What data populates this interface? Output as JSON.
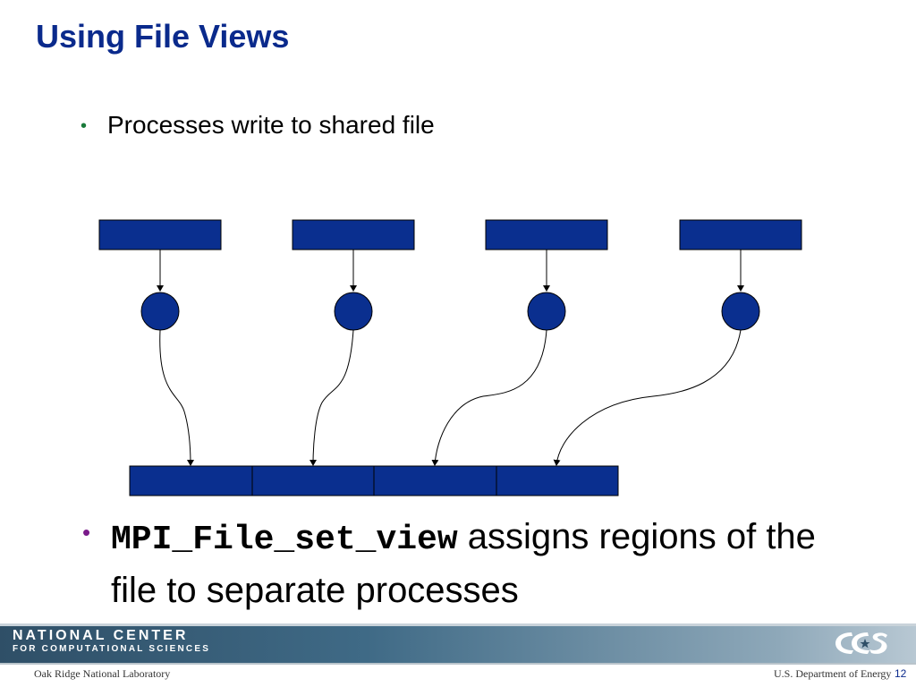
{
  "slide": {
    "title": "Using File Views",
    "bullets": [
      {
        "text": "Processes write to shared file"
      },
      {
        "code": "MPI_File_set_view",
        "text": "assigns regions of the file to separate processes"
      }
    ],
    "bullet_glyph": "•"
  },
  "colors": {
    "title": "#0a2a8c",
    "box_fill": "#0a2f8f",
    "bullet_1": "#1a7a3a",
    "bullet_2": "#7a1a8a"
  },
  "diagram": {
    "process_buffers": 4,
    "processes": 4,
    "file_segments": 4
  },
  "footer": {
    "org_line1": "NATIONAL CENTER",
    "org_line2": "FOR COMPUTATIONAL SCIENCES",
    "logo_icon": "ccs-logo-icon",
    "lab": "Oak Ridge National Laboratory",
    "department": "U.S. Department of Energy",
    "page": "12"
  }
}
